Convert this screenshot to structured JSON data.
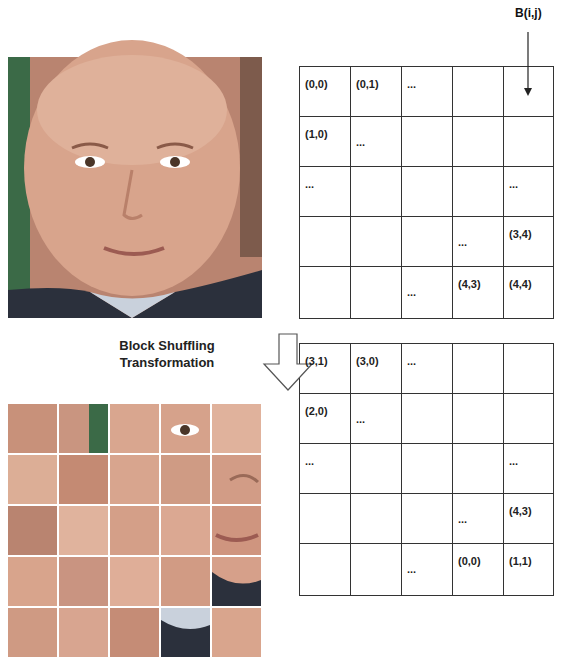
{
  "diagram": {
    "labels": [
      "B(i,j)",
      "(0,0)",
      "(0,1)",
      "...",
      "(1,0)",
      "...",
      "...",
      "...",
      "...",
      "(3,4)",
      "...",
      "(4,3)",
      "(4,4)",
      "Block Shuffling Transformation",
      "(3,1)",
      "(3,0)",
      "...",
      "(2,0)",
      "...",
      "...",
      "...",
      "...",
      "(4,3)",
      "...",
      "(0,0)",
      "(1,1)"
    ]
  }
}
